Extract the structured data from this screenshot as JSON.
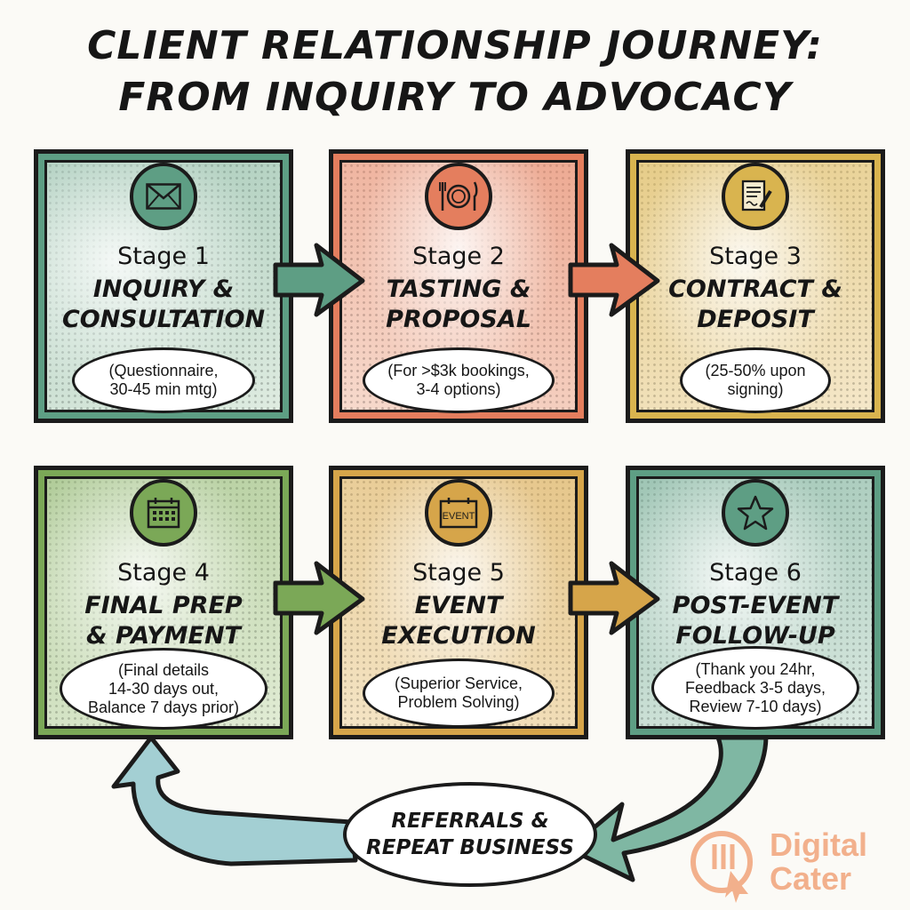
{
  "title": {
    "line1": "CLIENT RELATIONSHIP JOURNEY:",
    "line2": "FROM INQUIRY TO ADVOCACY"
  },
  "stages": [
    {
      "label": "Stage 1",
      "name": "INQUIRY &\nCONSULTATION",
      "note": "(Questionnaire,\n30-45 min mtg)",
      "icon": "envelope-icon",
      "color": "#5e9e84"
    },
    {
      "label": "Stage 2",
      "name": "TASTING &\nPROPOSAL",
      "note": "(For >$3k bookings,\n3-4 options)",
      "icon": "plate-cutlery-icon",
      "color": "#e47e5e"
    },
    {
      "label": "Stage 3",
      "name": "CONTRACT &\nDEPOSIT",
      "note": "(25-50% upon\nsigning)",
      "icon": "contract-icon",
      "color": "#d9b44f"
    },
    {
      "label": "Stage 4",
      "name": "FINAL PREP\n& PAYMENT",
      "note": "(Final details\n14-30 days out,\nBalance 7 days prior)",
      "icon": "calendar-icon",
      "color": "#7ba857"
    },
    {
      "label": "Stage 5",
      "name": "EVENT\nEXECUTION",
      "note": "(Superior Service,\nProblem Solving)",
      "icon": "event-calendar-icon",
      "icon_text": "EVENT",
      "color": "#d6a54a"
    },
    {
      "label": "Stage 6",
      "name": "POST-EVENT\nFOLLOW-UP",
      "note": "(Thank you 24hr,\nFeedback 3-5 days,\nReview 7-10 days)",
      "icon": "star-icon",
      "color": "#5e9e84"
    }
  ],
  "loop": {
    "label": "REFERRALS &\nREPEAT BUSINESS"
  },
  "logo": {
    "text": "Digital\nCater",
    "color": "#f2b08c"
  }
}
